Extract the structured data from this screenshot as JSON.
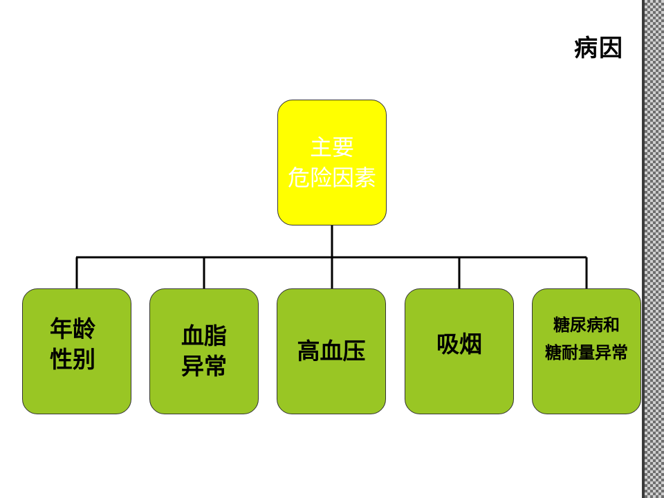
{
  "page": {
    "title": "病因"
  },
  "diagram": {
    "root": {
      "label": "主要\n危险因素",
      "fill": "#ffff00",
      "text_color": "#ffffff"
    },
    "children": [
      {
        "label": "年龄\n性别"
      },
      {
        "label": "血脂\n异常"
      },
      {
        "label": "高血压"
      },
      {
        "label": "吸烟"
      },
      {
        "label": "糖尿病和\n糖耐量异常"
      }
    ],
    "child_fill": "#99c624",
    "line_color": "#000000"
  }
}
